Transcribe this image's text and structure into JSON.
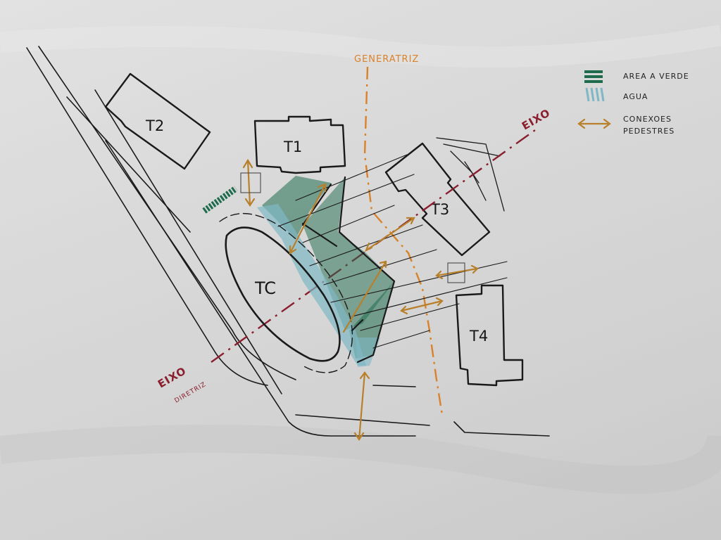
{
  "buildings": {
    "t1": "T1",
    "t2": "T2",
    "t3": "T3",
    "t4": "T4",
    "tc": "TC"
  },
  "axes": {
    "generatriz": "GENERATRIZ",
    "eixo_top": "EIXO",
    "eixo_bottom": "EIXO",
    "diretriz": "DIRETRIZ"
  },
  "legend": {
    "green_area": "AREA A VERDE",
    "water": "AGUA",
    "connections_line1": "CONEXOES",
    "connections_line2": "PEDESTRES"
  },
  "colors": {
    "ink": "#1a1a1a",
    "green": "#1f6b4e",
    "water": "#7fb8c4",
    "orange": "#d9822b",
    "axis_red": "#8a1e2e"
  }
}
